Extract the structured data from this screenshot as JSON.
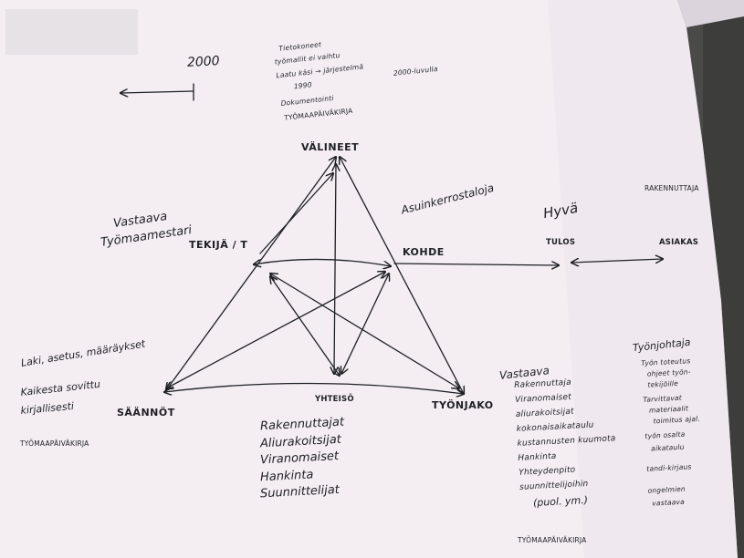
{
  "colors": {
    "paper": "#f4eef3",
    "ink": "#1e1f24",
    "background": "#4a4a48",
    "redaction": "#e6e2e6"
  },
  "year_label": "2000",
  "top_notes": [
    "Tietokoneet",
    "työmallit ei vaihtu",
    "Laatu käsi → järjestelmä",
    "1990",
    "2000-luvulla",
    "Dokumentointi",
    "TYÖMAAPÄIVÄKIRJA"
  ],
  "nodes": {
    "valineet": "VÄLINEET",
    "tekija": "TEKIJÄ / T",
    "saannot": "SÄÄNNÖT",
    "yhteiso": "YHTEISÖ",
    "tyonjako": "TYÖNJAKO",
    "kohde": "KOHDE",
    "tulos": "TULOS",
    "asiakas": "ASIAKAS"
  },
  "left_note": [
    "Vastaava",
    "Työmaamestari"
  ],
  "kohde_note": "Asuinkerrostaloja",
  "tulos_note": "Hyvä",
  "asiakas_note": "RAKENNUTTAJA",
  "saannot_notes": [
    "Laki, asetus, määräykset",
    "Kaikesta sovittu",
    "kirjallisesti",
    "TYÖMAAPÄIVÄKIRJA"
  ],
  "yhteiso_notes": [
    "Rakennuttajat",
    "Aliurakoitsijat",
    "Viranomaiset",
    "Hankinta",
    "Suunnittelijat"
  ],
  "tyonjako_notes": {
    "title": "Vastaava",
    "items": [
      "Rakennuttaja",
      "Viranomaiset",
      "aliurakoitsijat",
      "kokonaisaikataulu",
      "kustannusten kuumota",
      "Hankinta",
      "Yhteydenpito",
      "suunnittelijoihin",
      "(puol. ym.)"
    ],
    "footer": "TYÖMAAPÄIVÄKIRJA"
  },
  "tyonjohtaja_notes": {
    "title": "Työnjohtaja",
    "items": [
      "Työn toteutus",
      "ohjeet työn-",
      "tekijöille",
      "Tarvittavat",
      "materiaalit",
      "toimitus ajal.",
      "työn osalta",
      "aikataulu",
      "tandi-kirjaus",
      "ongelmien",
      "vastaava"
    ]
  }
}
